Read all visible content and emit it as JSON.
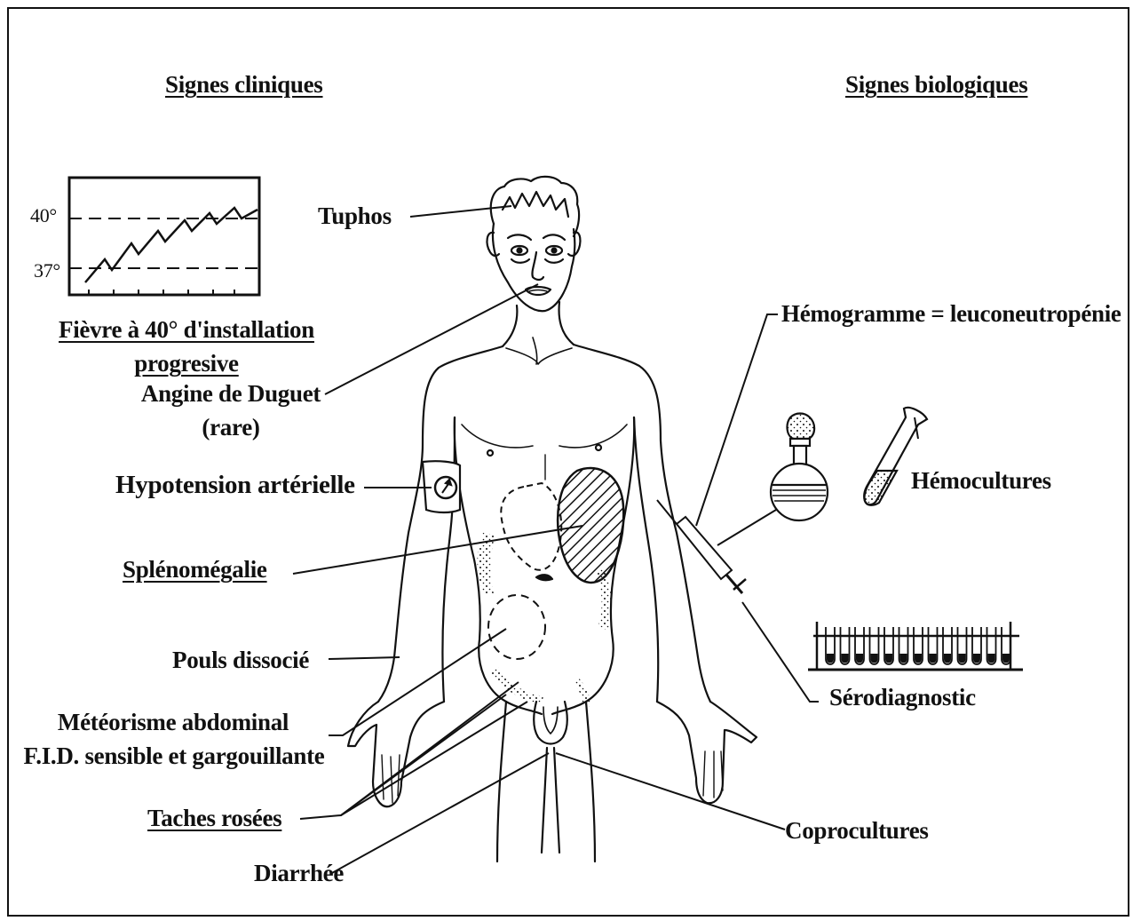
{
  "headers": {
    "left": "Signes cliniques",
    "right": "Signes biologiques"
  },
  "fever_chart": {
    "tick_high": "40°",
    "tick_low": "37°",
    "caption_line1": "Fièvre à 40° d'installation",
    "caption_line2": "progresive"
  },
  "clinical_signs": {
    "tuphos": "Tuphos",
    "angine_line1": "Angine de Duguet",
    "angine_line2": "(rare)",
    "hypotension": "Hypotension artérielle",
    "splenomegalie": "Splénomégalie",
    "pouls": "Pouls dissocié",
    "meteorisme_line1": "Météorisme abdominal",
    "meteorisme_line2": "F.I.D. sensible et gargouillante",
    "taches": "Taches rosées",
    "diarrhee": "Diarrhée"
  },
  "biological_signs": {
    "hemogramme": "Hémogramme = leuconeutropénie",
    "hemocultures": "Hémocultures",
    "serodiagnostic": "Sérodiagnostic",
    "coprocultures": "Coprocultures"
  }
}
